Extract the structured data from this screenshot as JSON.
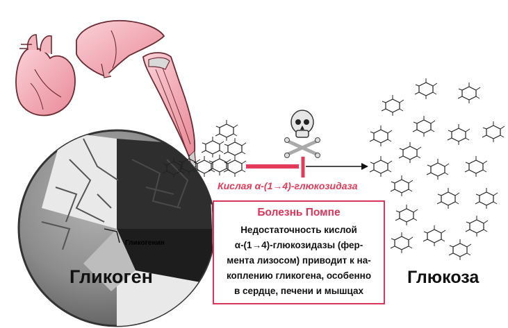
{
  "labels": {
    "glycogen": "Гликоген",
    "glucose": "Глюкоза",
    "glycogenin": "Гликогенин",
    "enzyme": "Кислая α-(1→4)-глюкозидаза"
  },
  "info_box": {
    "title": "Болезнь Помпе",
    "lines": [
      "Недостаточность кислой",
      "α-(1→4)-глюкозидазы (фер-",
      "мента лизосом) приводит к на-",
      "коплению гликогена, особенно",
      "в сердце, печени и мышцах"
    ]
  },
  "colors": {
    "accent": "#d9365a",
    "organ_pink": "#f0a6b0",
    "sphere_dark": "#3a3a3a",
    "sphere_gray": "#8f8f8f"
  },
  "icons": [
    "heart-organ-icon",
    "liver-organ-icon",
    "muscle-organ-icon",
    "skull-crossbones-icon",
    "glucose-ring-icon"
  ]
}
